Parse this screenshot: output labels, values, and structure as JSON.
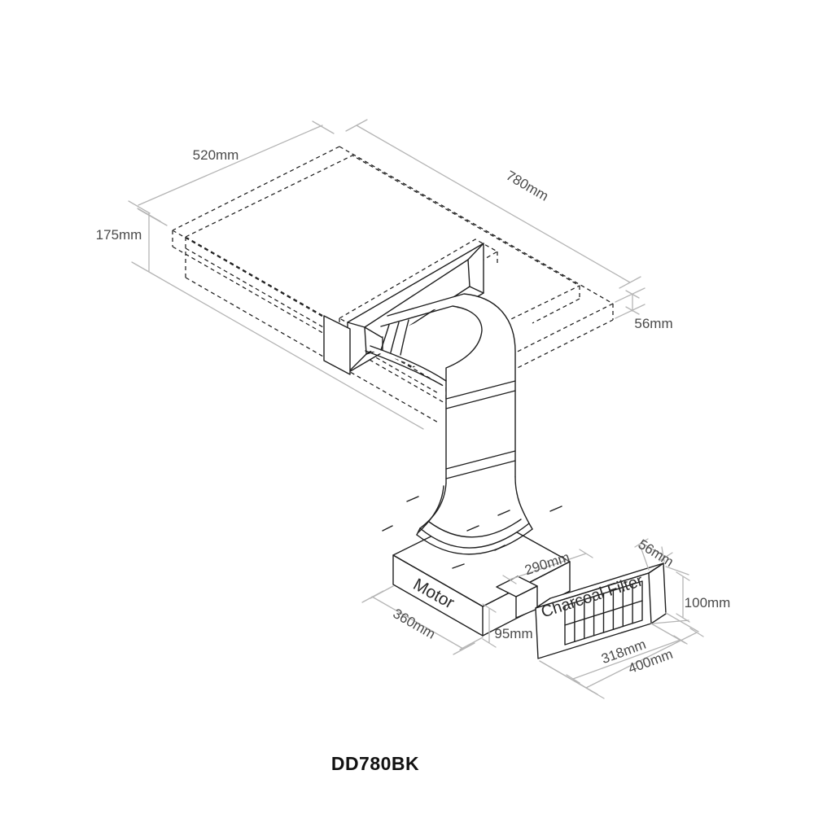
{
  "model": "DD780BK",
  "dimensions": {
    "top_width": "520mm",
    "top_length": "780mm",
    "left_height": "175mm",
    "worktop_thickness": "56mm",
    "duct_width": "290mm",
    "filter_depth": "56mm",
    "filter_height": "100mm",
    "motor_width": "360mm",
    "motor_height": "95mm",
    "filter_inner_width": "318mm",
    "filter_outer_width": "400mm"
  },
  "parts": {
    "motor": "Motor",
    "charcoal_filter": "Charcoal Filter"
  },
  "colors": {
    "line": "#1f1f1f",
    "dimension_line": "#b5b5b5",
    "label_text": "#4a4a4a",
    "background": "#ffffff"
  }
}
